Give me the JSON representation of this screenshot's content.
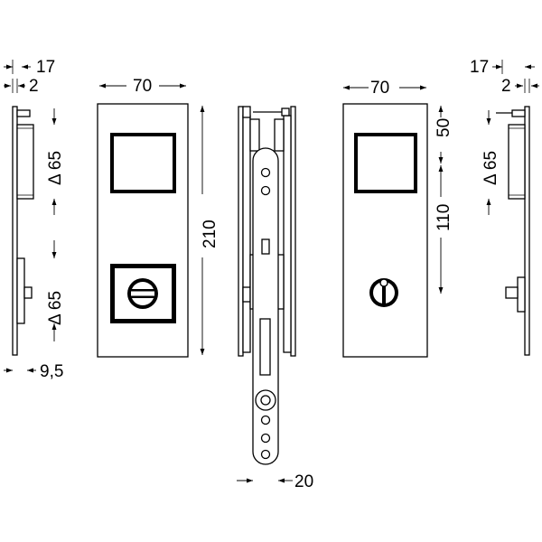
{
  "labels": {
    "left_top_17": "17",
    "left_top_2": "2",
    "left_delta_upper": "Δ 65",
    "left_delta_lower": "Δ 65",
    "left_bottom_9_5": "9,5",
    "front_width": "70",
    "front_height": "210",
    "lock_width": "20",
    "back_width": "70",
    "back_50": "50",
    "back_110": "110",
    "right_top_17": "17",
    "right_top_2": "2",
    "right_delta": "Δ 65"
  }
}
